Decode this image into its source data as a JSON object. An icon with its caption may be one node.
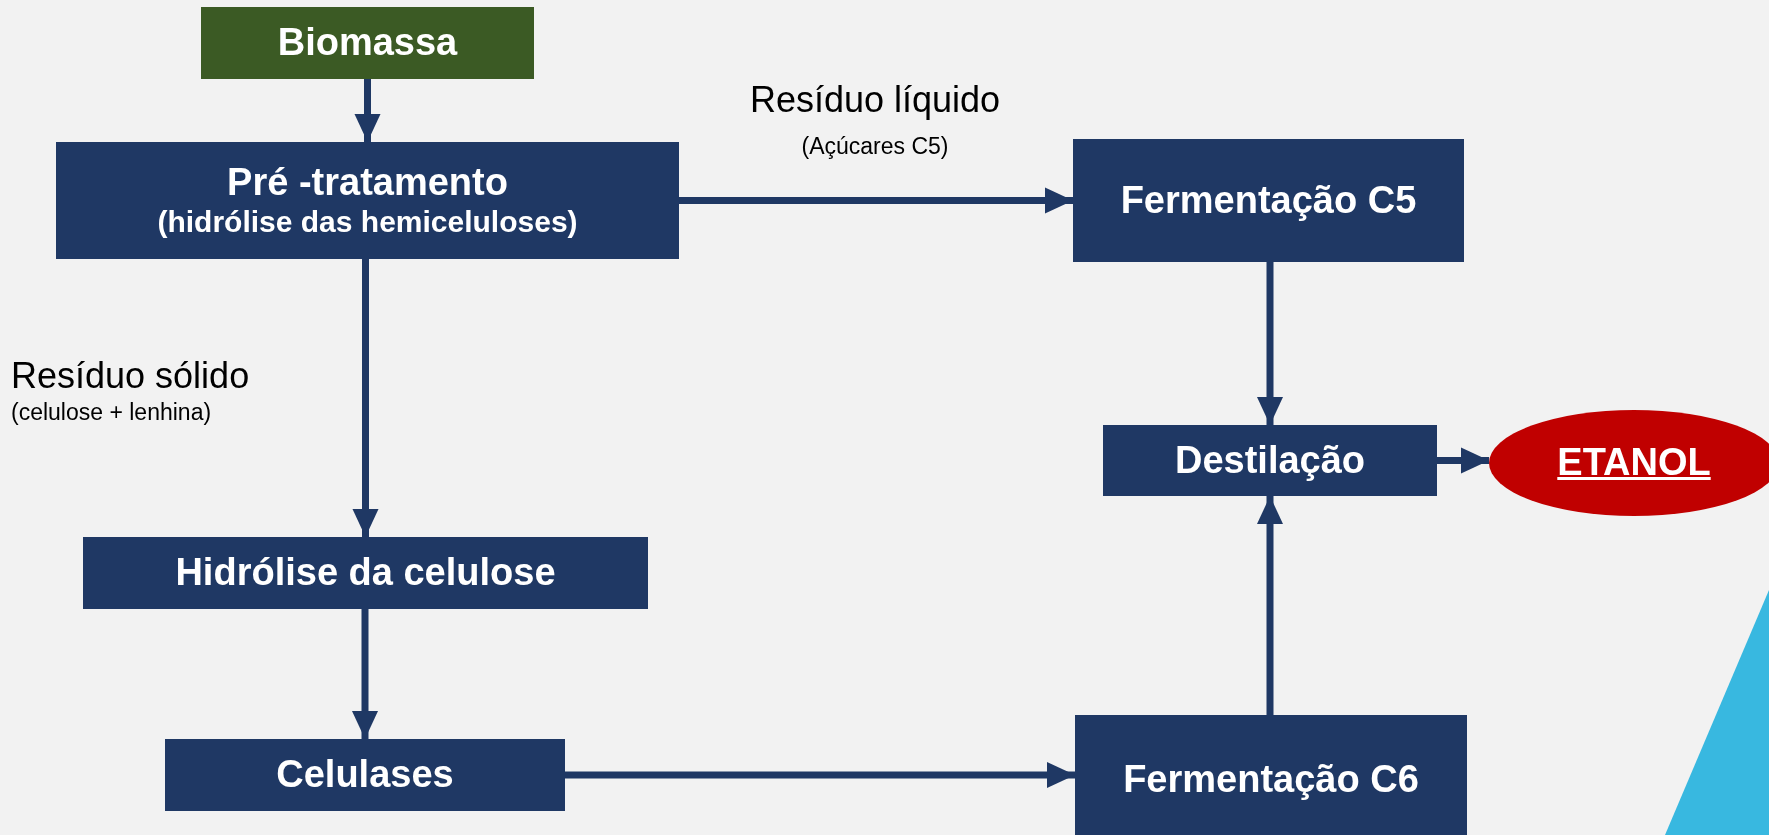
{
  "diagram": {
    "nodes": [
      {
        "text": [
          "Biomassa"
        ]
      },
      {
        "text": [
          "Pré -tratamento",
          "(hidrólise das hemiceluloses)"
        ]
      },
      {
        "text": [
          "Fermentação C5"
        ]
      },
      {
        "text": [
          "Destilação"
        ]
      },
      {
        "text": [
          "ETANOL"
        ]
      },
      {
        "text": [
          "Hidrólise da celulose"
        ]
      },
      {
        "text": [
          "Celulases"
        ]
      },
      {
        "text": [
          "Fermentação C6"
        ]
      }
    ],
    "edges": [
      {
        "from": 0,
        "to": 1,
        "arrow": "to"
      },
      {
        "from": 1,
        "to": 2,
        "arrow": "to",
        "label": "Resíduo líquido"
      },
      {
        "from": 1,
        "to": 5,
        "arrow": "to",
        "label": "Resíduo sólido"
      },
      {
        "from": 2,
        "to": 3,
        "arrow": "to"
      },
      {
        "from": 3,
        "to": 4,
        "arrow": "to"
      },
      {
        "from": 5,
        "to": 6,
        "arrow": "to"
      },
      {
        "from": 6,
        "to": 7,
        "arrow": "to"
      },
      {
        "from": 7,
        "to": 3,
        "arrow": "to"
      }
    ],
    "labels": [
      "(Açúcares C5)",
      "(celulose + lenhina)"
    ]
  }
}
